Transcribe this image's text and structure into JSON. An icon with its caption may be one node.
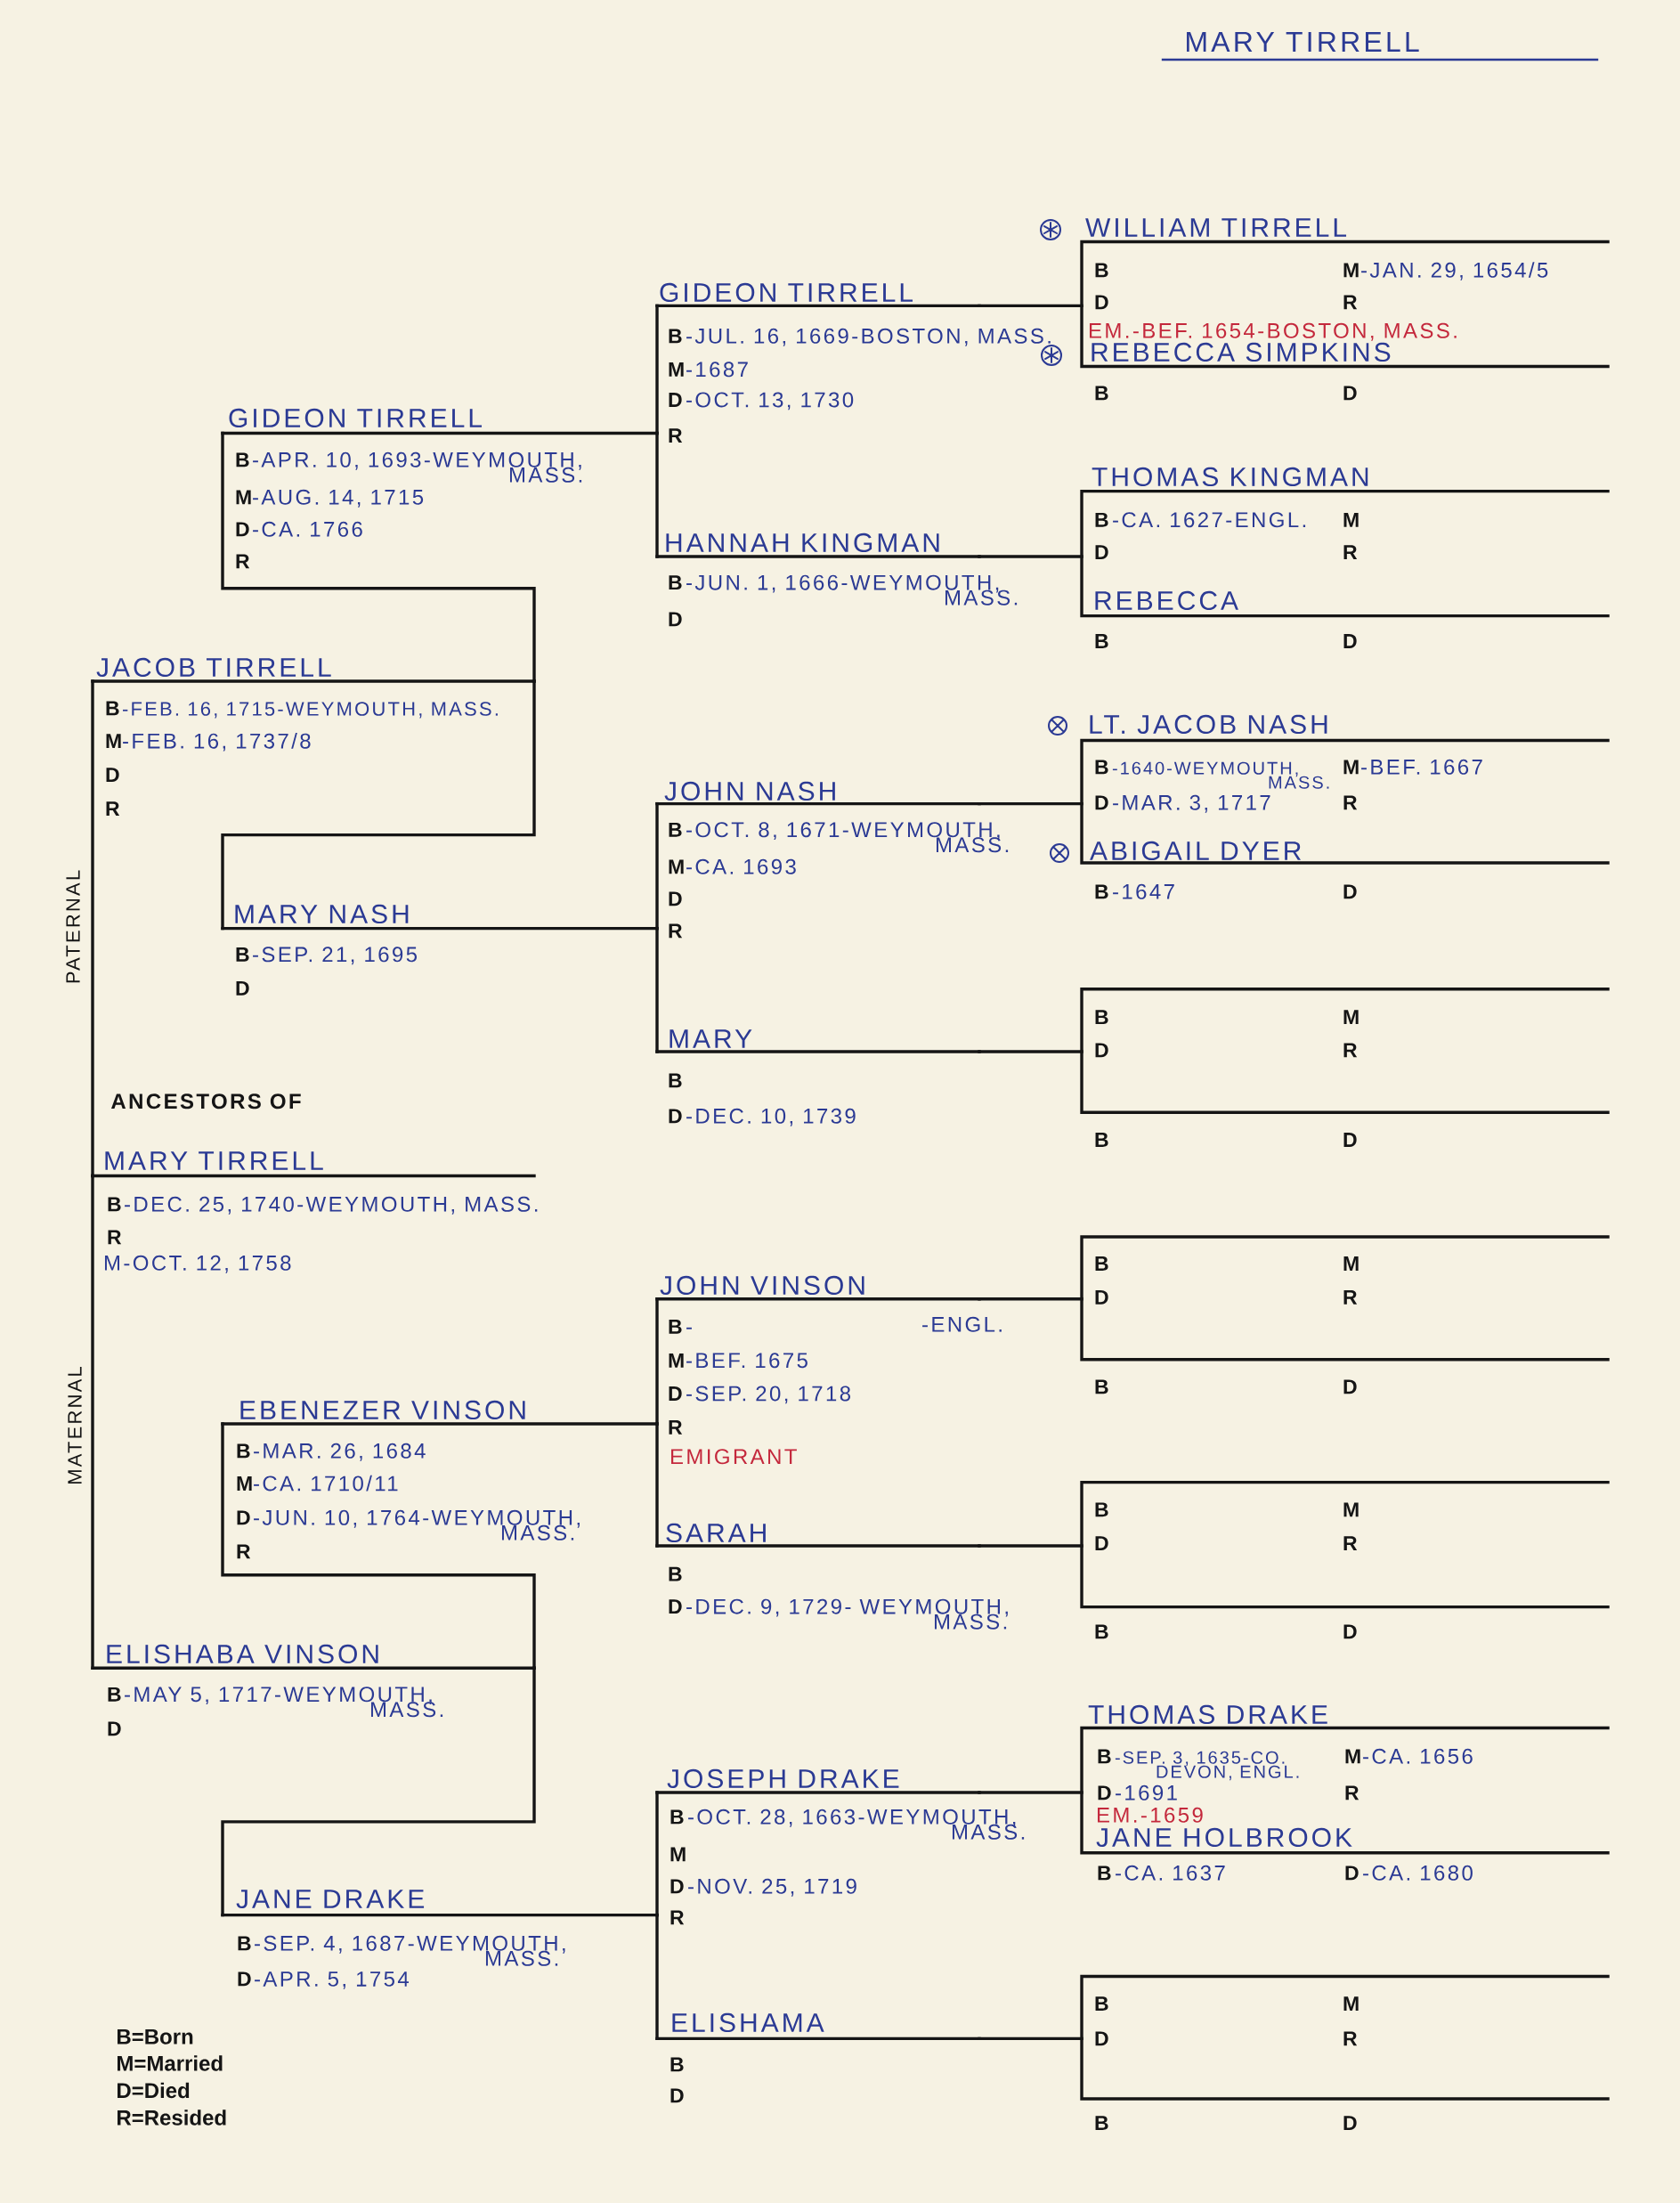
{
  "diagram": {
    "title": "MARY TIRRELL",
    "nodes": [
      {
        "text": [
          "WILLIAM TIRRELL",
          "B",
          "M",
          "-JAN. 29, 1654/5",
          "D",
          "R",
          "EM.-BEF. 1654-BOSTON, MASS.",
          "REBECCA SIMPKINS",
          "B",
          "D"
        ]
      },
      {
        "text": [
          "GIDEON TIRRELL",
          "B",
          "-JUL. 16, 1669-BOSTON, MASS.",
          "M",
          "-1687",
          "D",
          "-OCT. 13, 1730",
          "R"
        ]
      },
      {
        "text": [
          "GIDEON TIRRELL",
          "B",
          "-APR. 10, 1693-WEYMOUTH, MASS.",
          "M",
          "-AUG. 14, 1715",
          "D",
          "-CA. 1766",
          "R"
        ]
      },
      {
        "text": [
          "THOMAS KINGMAN",
          "B",
          "-CA. 1627-ENGL.",
          "M",
          "D",
          "R",
          "REBECCA",
          "B",
          "D"
        ]
      },
      {
        "text": [
          "HANNAH KINGMAN",
          "B",
          "-JUN. 1, 1666-WEYMOUTH, MASS.",
          "D"
        ]
      },
      {
        "text": [
          "JACOB TIRRELL",
          "B",
          "-FEB. 16, 1715-WEYMOUTH, MASS.",
          "M",
          "-FEB. 16, 1737/8",
          "D",
          "R"
        ]
      },
      {
        "text": [
          "LT. JACOB NASH",
          "B",
          "-1640-WEYMOUTH, MASS.",
          "M",
          "-BEF. 1667",
          "D",
          "-MAR. 3, 1717",
          "R",
          "ABIGAIL DYER",
          "B",
          "-1647",
          "D"
        ]
      },
      {
        "text": [
          "JOHN NASH",
          "B",
          "-OCT. 8, 1671-WEYMOUTH, MASS.",
          "M",
          "-CA. 1693",
          "D",
          "R"
        ]
      },
      {
        "text": [
          "MARY NASH",
          "B",
          "-SEP. 21, 1695",
          "D"
        ]
      },
      {
        "text": [
          "B",
          "M",
          "D",
          "R",
          "B",
          "D"
        ]
      },
      {
        "text": [
          "MARY",
          "B",
          "D",
          "-DEC. 10, 1739"
        ]
      },
      {
        "text": [
          "MARY TIRRELL",
          "B",
          "-DEC. 25, 1740-WEYMOUTH, MASS.",
          "R",
          "M-OCT. 12, 1758"
        ]
      },
      {
        "text": [
          "B",
          "M",
          "D",
          "R",
          "B",
          "D"
        ]
      },
      {
        "text": [
          "JOHN VINSON",
          "B",
          "-",
          "-ENGL.",
          "M",
          "-BEF. 1675",
          "D",
          "-SEP. 20, 1718",
          "R",
          "EMIGRANT"
        ]
      },
      {
        "text": [
          "EBENEZER VINSON",
          "B",
          "-MAR. 26, 1684",
          "M",
          "-CA. 1710/11",
          "D",
          "-JUN. 10, 1764-WEYMOUTH, MASS.",
          "R"
        ]
      },
      {
        "text": [
          "B",
          "M",
          "D",
          "R",
          "B",
          "D"
        ]
      },
      {
        "text": [
          "SARAH",
          "B",
          "D",
          "-DEC. 9, 1729- WEYMOUTH, MASS."
        ]
      },
      {
        "text": [
          "ELISHABA VINSON",
          "B",
          "-MAY 5, 1717-WEYMOUTH, MASS.",
          "D"
        ]
      },
      {
        "text": [
          "THOMAS DRAKE",
          "B",
          "-SEP. 3, 1635-CO. DEVON, ENGL.",
          "M",
          "-CA. 1656",
          "D",
          "-1691",
          "R",
          "EM.-1659",
          "JANE HOLBROOK",
          "B",
          "-CA. 1637",
          "D",
          "-CA. 1680"
        ]
      },
      {
        "text": [
          "JOSEPH DRAKE",
          "B",
          "-OCT. 28, 1663-WEYMOUTH, MASS.",
          "M",
          "D",
          "-NOV. 25, 1719",
          "R"
        ]
      },
      {
        "text": [
          "JANE DRAKE",
          "B",
          "-SEP. 4, 1687-WEYMOUTH, MASS.",
          "D",
          "-APR. 5, 1754"
        ]
      },
      {
        "text": [
          "B",
          "M",
          "D",
          "R",
          "B",
          "D"
        ]
      },
      {
        "text": [
          "ELISHAMA",
          "B",
          "D"
        ]
      }
    ],
    "edges": [
      {
        "from": 11,
        "to": 5,
        "arrow": "none"
      },
      {
        "from": 11,
        "to": 17,
        "arrow": "none"
      },
      {
        "from": 5,
        "to": 2,
        "arrow": "none"
      },
      {
        "from": 5,
        "to": 8,
        "arrow": "none"
      },
      {
        "from": 17,
        "to": 14,
        "arrow": "none"
      },
      {
        "from": 17,
        "to": 20,
        "arrow": "none"
      },
      {
        "from": 2,
        "to": 1,
        "arrow": "none"
      },
      {
        "from": 2,
        "to": 4,
        "arrow": "none"
      },
      {
        "from": 8,
        "to": 7,
        "arrow": "none"
      },
      {
        "from": 8,
        "to": 10,
        "arrow": "none"
      },
      {
        "from": 14,
        "to": 13,
        "arrow": "none"
      },
      {
        "from": 14,
        "to": 16,
        "arrow": "none"
      },
      {
        "from": 20,
        "to": 19,
        "arrow": "none"
      },
      {
        "from": 20,
        "to": 22,
        "arrow": "none"
      },
      {
        "from": 1,
        "to": 0,
        "arrow": "none"
      },
      {
        "from": 4,
        "to": 3,
        "arrow": "none"
      },
      {
        "from": 7,
        "to": 6,
        "arrow": "none"
      },
      {
        "from": 10,
        "to": 9,
        "arrow": "none"
      },
      {
        "from": 13,
        "to": 12,
        "arrow": "none"
      },
      {
        "from": 16,
        "to": 15,
        "arrow": "none"
      },
      {
        "from": 19,
        "to": 18,
        "arrow": "none"
      },
      {
        "from": 22,
        "to": 21,
        "arrow": "none"
      }
    ],
    "labels": [
      "PATERNAL",
      "ANCESTORS OF",
      "MATERNAL",
      "B=Born",
      "M=Married",
      "D=Died",
      "R=Resided"
    ]
  }
}
